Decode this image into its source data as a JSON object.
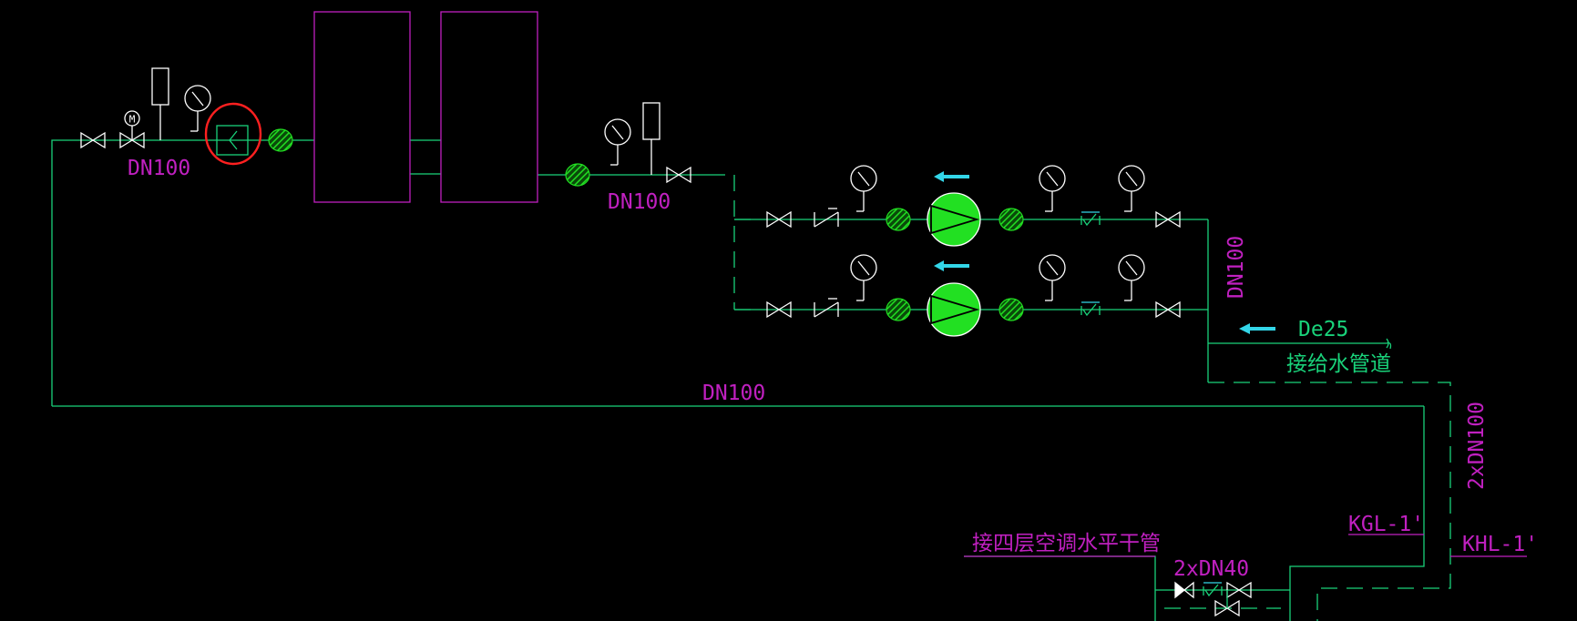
{
  "labels": {
    "dn100_left": "DN100",
    "dn100_mid": "DN100",
    "dn100_bottom": "DN100",
    "dn100_vertical": "DN100",
    "two_x_dn100": "2xDN100",
    "de25": "De25",
    "supply_text": "接给水管道",
    "kgl": "KGL-1'",
    "khl": "KHL-1'",
    "floor_text": "接四层空调水平干管",
    "two_x_dn40": "2xDN40",
    "motor_letter": "M"
  },
  "colors": {
    "background": "#000000",
    "pipe": "#19d27a",
    "label": "#c020c0",
    "pump": "#22e022",
    "arrow": "#33d6e8",
    "highlight": "#ff2020",
    "symbol": "#ffffff"
  }
}
